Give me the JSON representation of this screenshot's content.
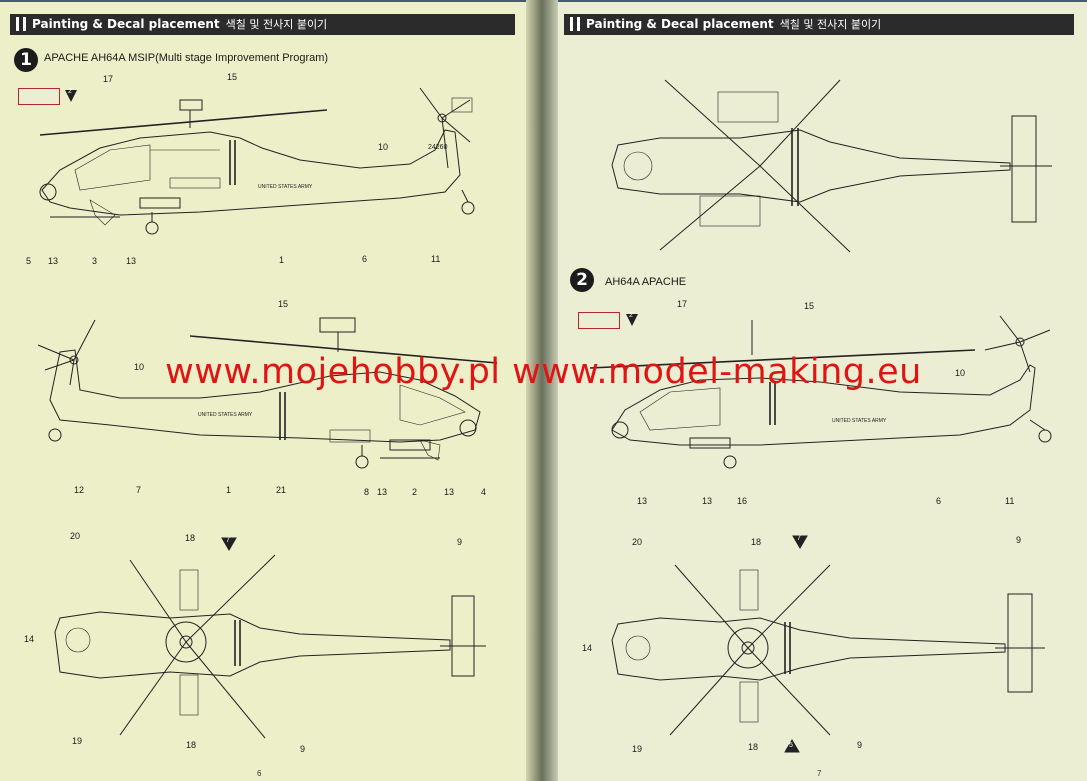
{
  "header": {
    "title": "Painting & Decal placement",
    "title_ko": "색칠 및 전사지 붙이기"
  },
  "left_page": {
    "variant_number": "1",
    "variant_title": "APACHE AH64A MSIP(Multi stage Improvement Program)",
    "color_badge": "2",
    "page_number": "6",
    "side_view_1": {
      "serial": "24260",
      "text": "UNITED STATES ARMY",
      "callouts": [
        "17",
        "15",
        "10",
        "5",
        "13",
        "3",
        "13",
        "1",
        "6",
        "11"
      ]
    },
    "side_view_2": {
      "text": "UNITED STATES ARMY",
      "callouts": [
        "15",
        "10",
        "12",
        "7",
        "1",
        "21",
        "8",
        "13",
        "2",
        "13",
        "4"
      ]
    },
    "top_view": {
      "decal_badge": "7",
      "callouts": [
        "20",
        "18",
        "9",
        "14",
        "19",
        "18",
        "9"
      ]
    }
  },
  "right_page": {
    "variant_number": "2",
    "variant_title": "AH64A APACHE",
    "color_badge": "2",
    "page_number": "7",
    "side_view": {
      "text": "UNITED STATES ARMY",
      "callouts": [
        "17",
        "15",
        "10",
        "13",
        "13",
        "16",
        "6",
        "11"
      ]
    },
    "top_view": {
      "decal_badge_top": "7",
      "decal_badge_bottom": "5",
      "callouts": [
        "20",
        "18",
        "9",
        "14",
        "19",
        "18",
        "9"
      ]
    }
  },
  "watermark": "www.mojehobby.pl www.model-making.eu",
  "colors": {
    "page": "#ecefc8",
    "ink": "#1a1a1a",
    "watermark": "#e11414",
    "swatch_border": "#b8262a",
    "background": "#4a5878"
  }
}
